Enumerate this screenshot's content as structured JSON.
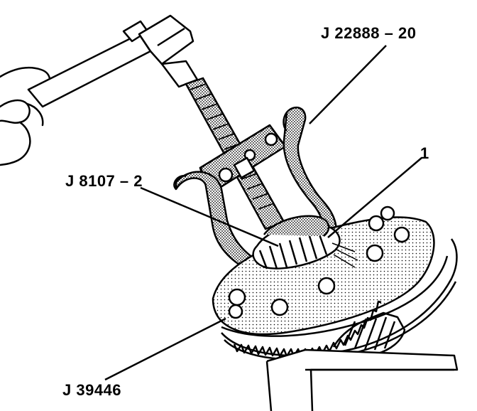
{
  "callouts": {
    "tool_puller": "J 22888 – 20",
    "item_one": "1",
    "tool_pilot": "J 8107 – 2",
    "tool_holder": "J 39446"
  },
  "colors": {
    "ink": "#000000",
    "paper": "#ffffff",
    "stipple": "#8a8a8a"
  }
}
